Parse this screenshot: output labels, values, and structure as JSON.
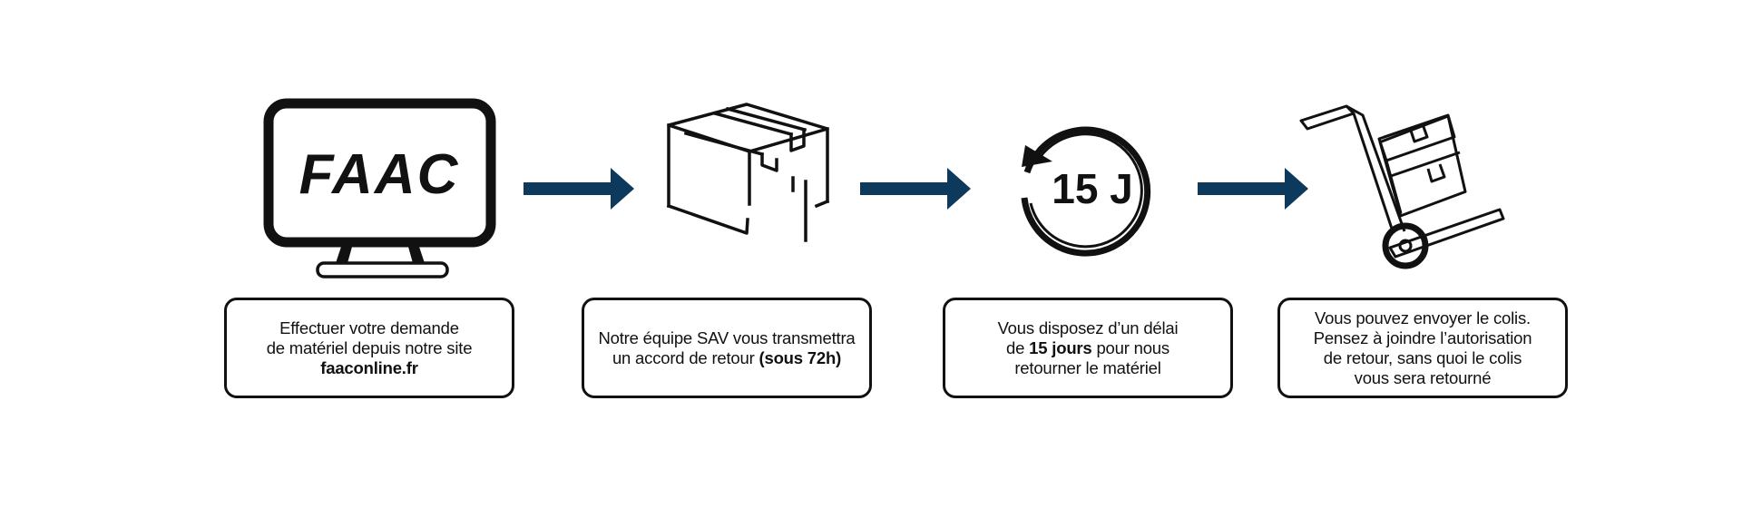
{
  "colors": {
    "accent": "#0d3a5c",
    "stroke": "#111111",
    "background": "#ffffff"
  },
  "icons": [
    "monitor-faac-logo-icon",
    "return-box-icon",
    "countdown-clock-icon",
    "hand-truck-icon",
    "right-arrow-icon"
  ],
  "steps": [
    {
      "logo_text": "FAAC",
      "lines": [
        "Effectuer votre demande",
        "de matériel depuis notre site"
      ],
      "bold_line": "faaconline.fr"
    },
    {
      "line1": "Notre équipe SAV vous transmettra",
      "line2_prefix": "un accord de retour ",
      "line2_bold": "(sous 72h)"
    },
    {
      "clock_label": "15 J",
      "line1": "Vous disposez d’un délai",
      "line2_prefix": "de ",
      "line2_bold": "15 jours",
      "line2_suffix": " pour nous",
      "line3": "retourner le matériel"
    },
    {
      "lines": [
        "Vous pouvez envoyer le colis.",
        "Pensez à joindre l’autorisation",
        "de retour, sans quoi le colis",
        "vous sera retourné"
      ]
    }
  ]
}
